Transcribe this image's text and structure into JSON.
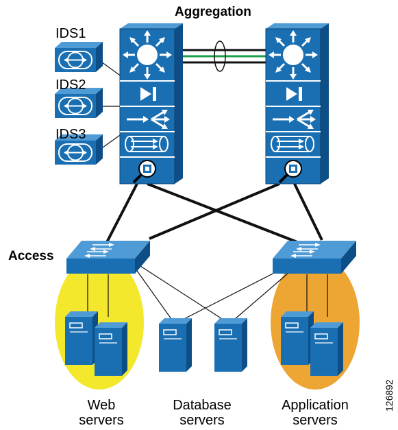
{
  "labels": {
    "aggregation": "Aggregation",
    "access": "Access",
    "ids1": "IDS1",
    "ids2": "IDS2",
    "ids3": "IDS3",
    "web_line1": "Web",
    "web_line2": "servers",
    "db_line1": "Database",
    "db_line2": "servers",
    "app_line1": "Application",
    "app_line2": "servers",
    "figure_id": "126892"
  },
  "colors": {
    "device_blue": "#1a6fb2",
    "device_dark": "#0d4e86",
    "device_light": "#4f9bd6",
    "web_cluster": "#f3e82c",
    "app_cluster": "#eda533",
    "link_green": "#1e9e4a",
    "link_black": "#111111"
  }
}
